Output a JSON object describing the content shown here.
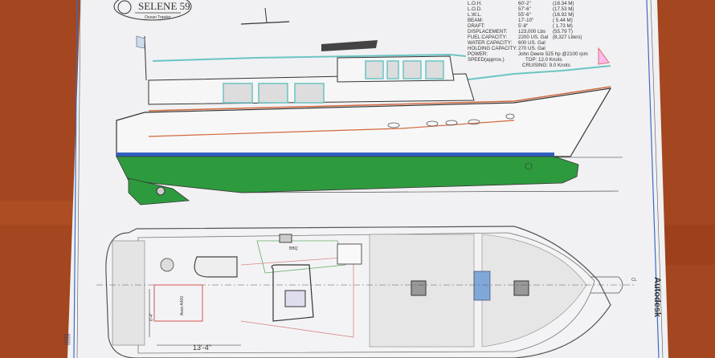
{
  "logo": {
    "name": "SELENE 59",
    "subtitle": "Ocean Trawler"
  },
  "specs": [
    {
      "label": "L.O.H.",
      "value": "60'-2\"",
      "metric": "(18.34 M)"
    },
    {
      "label": "L.O.D.",
      "value": "57'-6\"",
      "metric": "(17.53 M)"
    },
    {
      "label": "L.W.L.",
      "value": "55'-6\"",
      "metric": "(16.92 M)"
    },
    {
      "label": "BEAM:",
      "value": "17'-10\"",
      "metric": "( 5.44 M)"
    },
    {
      "label": "DRAFT:",
      "value": "5'-8\"",
      "metric": "( 1.73 M)"
    },
    {
      "label": "DISPLACEMENT:",
      "value": "123,000 Lbs",
      "metric": "(55.79 T)"
    },
    {
      "label": "FUEL CAPACITY:",
      "value": "2200 US. Gal",
      "metric": "(8,327 Liters)"
    },
    {
      "label": "WATER CAPACITY:",
      "value": "600 US. Gal",
      "metric": ""
    },
    {
      "label": "HOLDING CAPACITY:",
      "value": "270 US. Gal",
      "metric": ""
    },
    {
      "label": "POWER:",
      "value": "John Deere 525 hp @2100 rpm",
      "metric": ""
    },
    {
      "label": "SPEED(approx.)",
      "value": "TOP:  12.0 Knots",
      "metric": ""
    },
    {
      "label": "",
      "value": "CRUISING:  9.0 Knots",
      "metric": ""
    }
  ],
  "plan": {
    "bbq_label": "BBQ",
    "tender_label": "Avon A400",
    "dim_width": "6'-4\"",
    "dim_length": "13'-4\"",
    "centerline_label": "CL"
  },
  "margin_right_text": "Autodesk",
  "colors": {
    "wood": "#a4461f",
    "paper": "#f1f1f3",
    "hull_bottom": "#2e9a3e",
    "boot_stripe": "#2f5fbf",
    "rail": "#6cc4c4",
    "trim": "#d2683e"
  }
}
